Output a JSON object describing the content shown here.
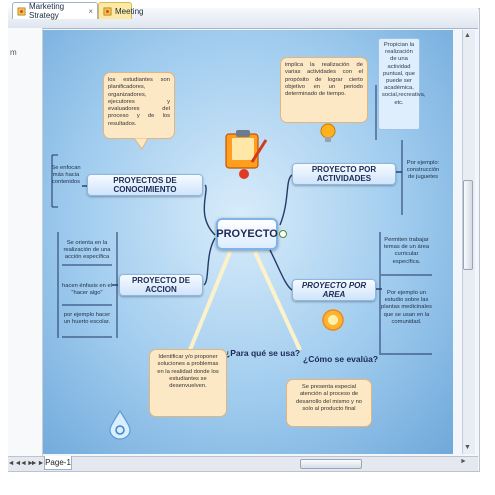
{
  "tabs": [
    {
      "label": "Marketing Strategy",
      "close": "×",
      "icon": "mindmap-doc-icon"
    },
    {
      "label": "Meeting",
      "icon": "mindmap-doc-icon"
    }
  ],
  "sidebar": {
    "indicator": "m"
  },
  "map": {
    "central": "PROYECTO",
    "topics": {
      "conocimiento": "PROYECTOS DE CONOCIMIENTO",
      "actividades": "PROYECTO POR ACTIVIDADES",
      "accion": "PROYECTO DE ACCION",
      "area": "PROYECTO POR AREA"
    },
    "questions": {
      "para_que": "¿Para qué se usa?",
      "como": "¿Cómo se evalúa?"
    },
    "callouts": {
      "estudiantes": "los estudiantes son planificadores, organizadores, ejecutores y evaluadores del proceso y de los resultados.",
      "implica": "implica la realización de varias actividades con el propósito de lograr cierto objetivo en un periodo determinado de tiempo.",
      "identificar": "Identificar y/o proponer soluciones a problemas en la realidad donde los estudiantes se desenvuelven.",
      "evalua": "Se presenta especial atención al proceso de desarrollo del mismo y no solo al producto final"
    },
    "notes": {
      "propician": "Propician la realización de una actividad puntual, que puede ser académica, social,recreativa, etc.",
      "ejemplo_juguetes": "Por ejemplo: construcción de juguetes",
      "enfocan": "Se enfocan más hacia contenidos",
      "orienta": "Se orienta en la realización de una acción específica",
      "enfasis": "hacen énfasis en el \"hacer algo\"",
      "huerto": "por ejemplo hacer un huerto escolar.",
      "permiten": "Permiten trabajar temas de un área curricular específica.",
      "plantas": "Por ejemplo un estudio sobre las plantas medicinales que se usan en la comunidad."
    }
  },
  "footer": {
    "page_tab": "Page-1",
    "nav": [
      "◄◄",
      "◄",
      "►",
      "►►"
    ]
  },
  "colors": {
    "canvas": "#9fcbee",
    "callout": "#fde8c6",
    "note": "#dfeefc",
    "topic_border": "#8fb8e0",
    "active_tab": "#fbe9a4"
  }
}
